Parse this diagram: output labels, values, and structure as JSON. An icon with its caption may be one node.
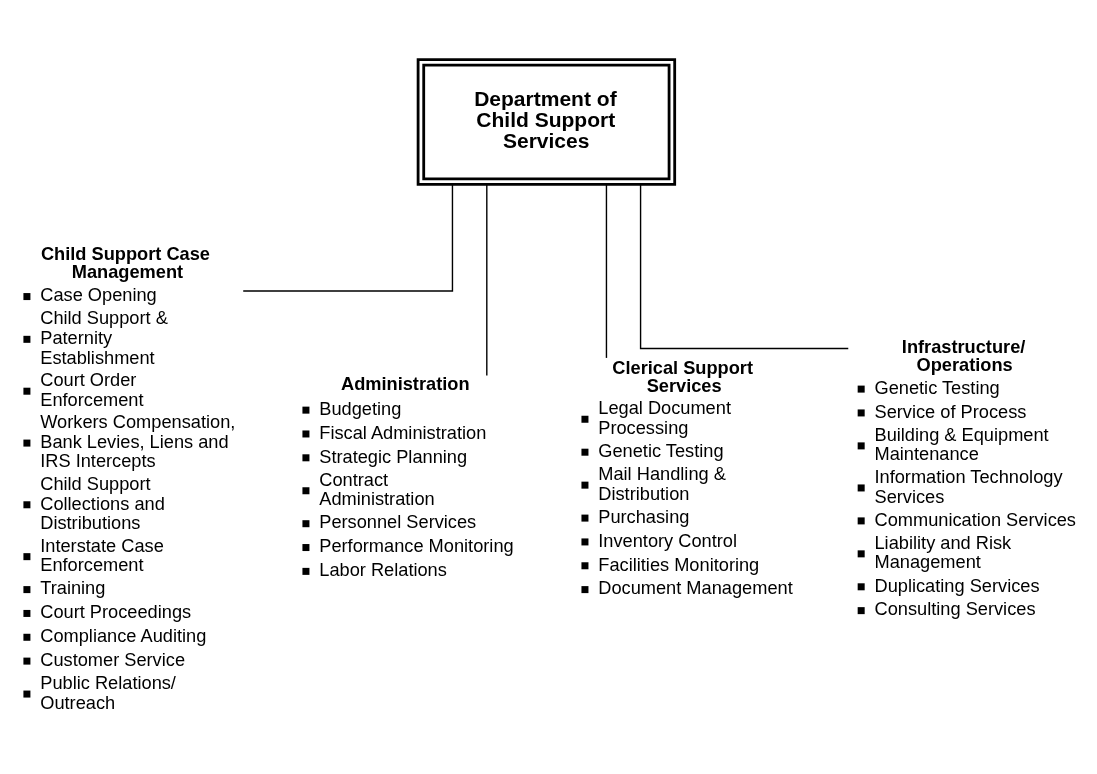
{
  "diagram": {
    "nodes": [
      {
        "text": [
          "Department of Child Support Services"
        ]
      },
      {
        "text": [
          "Child Support Case Management",
          "Case Opening",
          "Child Support & Paternity Establishment",
          "Court Order Enforcement",
          "Workers Compensation, Bank Levies, Liens and IRS Intercepts",
          "Child Support Collections and Distributions",
          "Interstate Case Enforcement",
          "Training",
          "Court Proceedings",
          "Compliance Auditing",
          "Customer Service",
          "Public Relations/ Outreach"
        ]
      },
      {
        "text": [
          "Administration",
          "Budgeting",
          "Fiscal Administration",
          "Strategic Planning",
          "Contract Administration",
          "Personnel Services",
          "Performance Monitoring",
          "Labor Relations"
        ]
      },
      {
        "text": [
          "Clerical Support Services",
          "Legal Document Processing",
          "Genetic Testing",
          "Mail Handling & Distribution",
          "Purchasing",
          "Inventory Control",
          "Facilities Monitoring",
          "Document Management"
        ]
      },
      {
        "text": [
          "Infrastructure/ Operations",
          "Genetic Testing",
          "Service of Process",
          "Building & Equipment Maintenance",
          "Information Technology Services",
          "Communication Services",
          "Liability and Risk Management",
          "Duplicating Services",
          "Consulting Services"
        ]
      }
    ],
    "edges": [
      {
        "from": 0,
        "to": 1,
        "arrow": "none"
      },
      {
        "from": 0,
        "to": 2,
        "arrow": "none"
      },
      {
        "from": 0,
        "to": 3,
        "arrow": "none"
      },
      {
        "from": 0,
        "to": 4,
        "arrow": "none"
      }
    ]
  }
}
